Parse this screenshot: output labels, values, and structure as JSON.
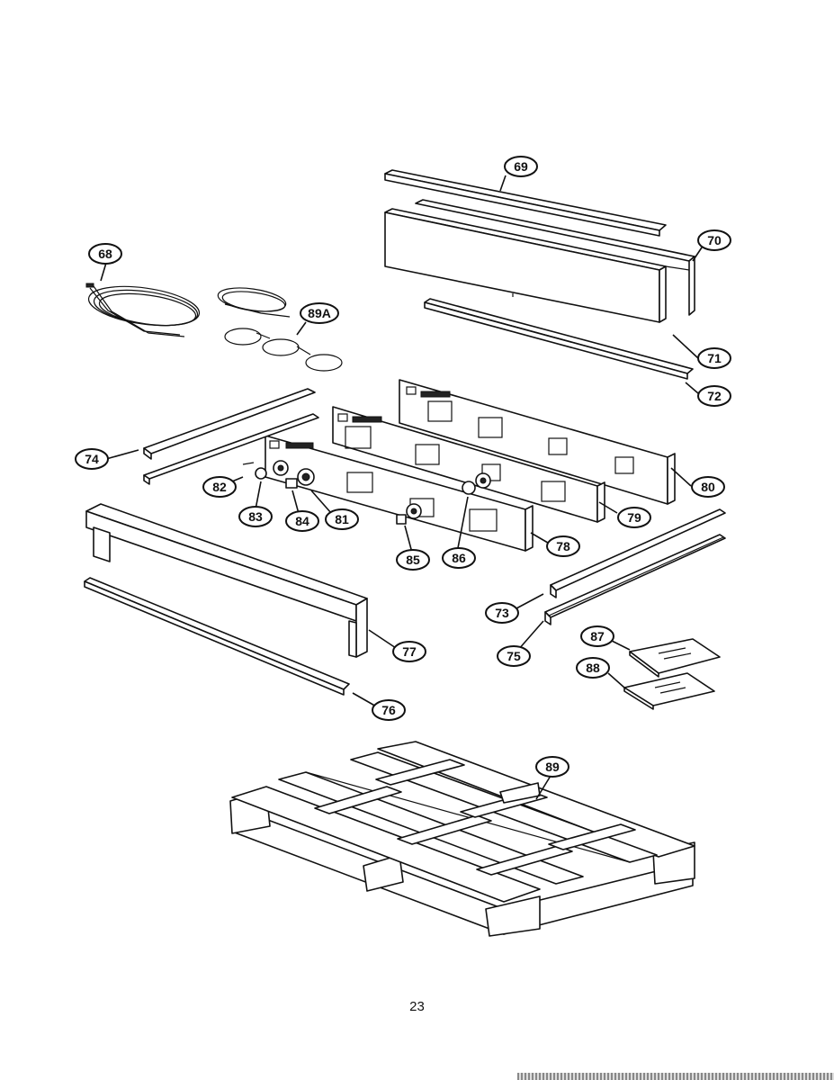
{
  "page": {
    "number": "23"
  },
  "callouts": {
    "c68": "68",
    "c69a": "69",
    "c70": "70",
    "c71": "71",
    "c72": "72",
    "c89A": "89A",
    "c74": "74",
    "c80": "80",
    "c79": "79",
    "c78": "78",
    "c82": "82",
    "c83": "83",
    "c84": "84",
    "c81": "81",
    "c85": "85",
    "c86": "86",
    "c73": "73",
    "c75": "75",
    "c77": "77",
    "c76": "76",
    "c87": "87",
    "c88": "88",
    "c89b": "89"
  },
  "colors": {
    "line": "#111111",
    "background": "#ffffff"
  }
}
